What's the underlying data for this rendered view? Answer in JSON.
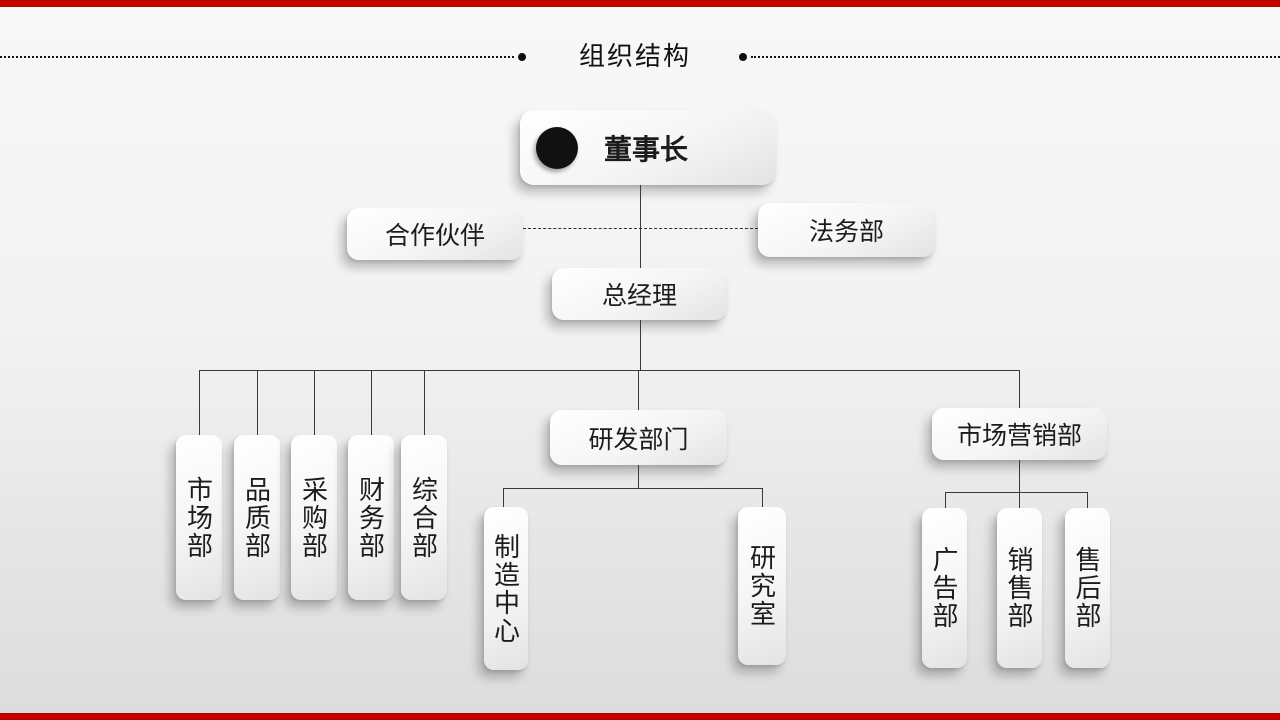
{
  "accent": {
    "bar_color": "#c00000"
  },
  "title": {
    "text": "组织结构"
  },
  "icons": {
    "chairman_bullet": "filled-circle"
  },
  "chart": {
    "root": {
      "label": "董事长"
    },
    "partner": {
      "label": "合作伙伴"
    },
    "legal": {
      "label": "法务部"
    },
    "gm": {
      "label": "总经理"
    },
    "left_departments": [
      "市场部",
      "品质部",
      "采购部",
      "财务部",
      "综合部"
    ],
    "rd": {
      "label": "研发部门",
      "children": [
        "制造中心",
        "研究室"
      ]
    },
    "marketing": {
      "label": "市场营销部",
      "children": [
        "广告部",
        "销售部",
        "售后部"
      ]
    }
  }
}
